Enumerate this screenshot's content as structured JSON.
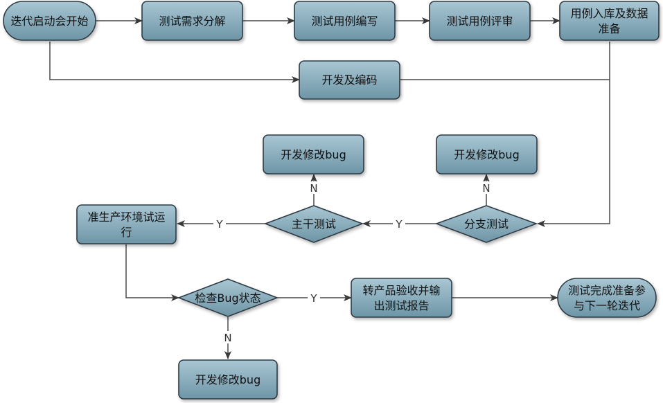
{
  "colors": {
    "node_fill_top": "#a9c6d3",
    "node_fill_bottom": "#6d95a6",
    "node_stroke": "#2f3b44",
    "edge": "#4a4a4a",
    "text": "#111111"
  },
  "nodes": {
    "start": {
      "line1": "迭代启动会开始",
      "line2": ""
    },
    "req_analysis": {
      "line1": "测试需求分解",
      "line2": ""
    },
    "case_write": {
      "line1": "测试用例编写",
      "line2": ""
    },
    "case_review": {
      "line1": "测试用例评审",
      "line2": ""
    },
    "case_store": {
      "line1": "用例入库及数据",
      "line2": "准备"
    },
    "dev_coding": {
      "line1": "开发及编码",
      "line2": ""
    },
    "fix_bug_trunk": {
      "line1": "开发修改bug",
      "line2": ""
    },
    "fix_bug_branch": {
      "line1": "开发修改bug",
      "line2": ""
    },
    "preprod": {
      "line1": "准生产环境试运",
      "line2": "行"
    },
    "trunk_test": {
      "line1": "主干测试",
      "line2": ""
    },
    "branch_test": {
      "line1": "分支测试",
      "line2": ""
    },
    "check_bug": {
      "line1": "检查Bug状态",
      "line2": ""
    },
    "report": {
      "line1": "转产品验收并输",
      "line2": "出测试报告"
    },
    "end": {
      "line1": "测试完成准备参",
      "line2": "与下一轮迭代"
    },
    "fix_bug_bottom": {
      "line1": "开发修改bug",
      "line2": ""
    }
  },
  "edge_labels": {
    "trunk_n": "N",
    "branch_n": "N",
    "trunk_to_preprod_y": "Y",
    "branch_to_trunk_y": "Y",
    "check_to_report_y": "Y",
    "check_to_fix_n": "N"
  }
}
